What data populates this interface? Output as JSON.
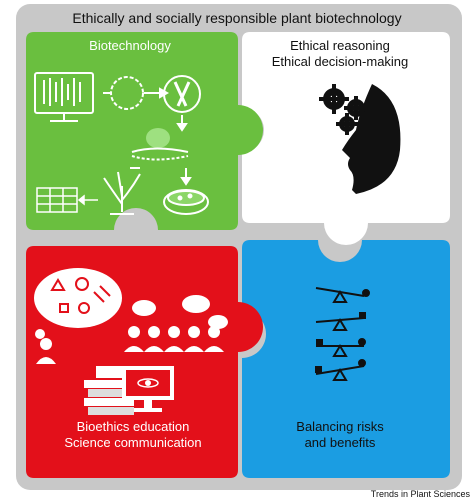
{
  "title": "Ethically and socially responsible plant biotechnology",
  "panels": {
    "top_left": {
      "label": "Biotechnology",
      "color": "#6abf3f"
    },
    "top_right": {
      "line1": "Ethical reasoning",
      "line2": "Ethical decision-making",
      "color": "#ffffff"
    },
    "bottom_left": {
      "line1": "Bioethics education",
      "line2": "Science communication",
      "color": "#e3101a"
    },
    "bottom_right": {
      "line1": "Balancing risks",
      "line2": "and benefits",
      "color": "#1b9de2"
    }
  },
  "frame_color": "#c8c8c8",
  "credit": "Trends in Plant Sciences",
  "icons": [
    "laboratory-workstation-icon",
    "plasmid-icon",
    "chromosome-scissors-icon",
    "gene-transfer-icon",
    "data-sheet-icon",
    "plant-sprout-icon",
    "petri-dish-icon",
    "gears-head-icon",
    "thought-bubble-science-icon",
    "audience-speaker-icon",
    "books-computer-icon",
    "balance-scales-icon"
  ]
}
